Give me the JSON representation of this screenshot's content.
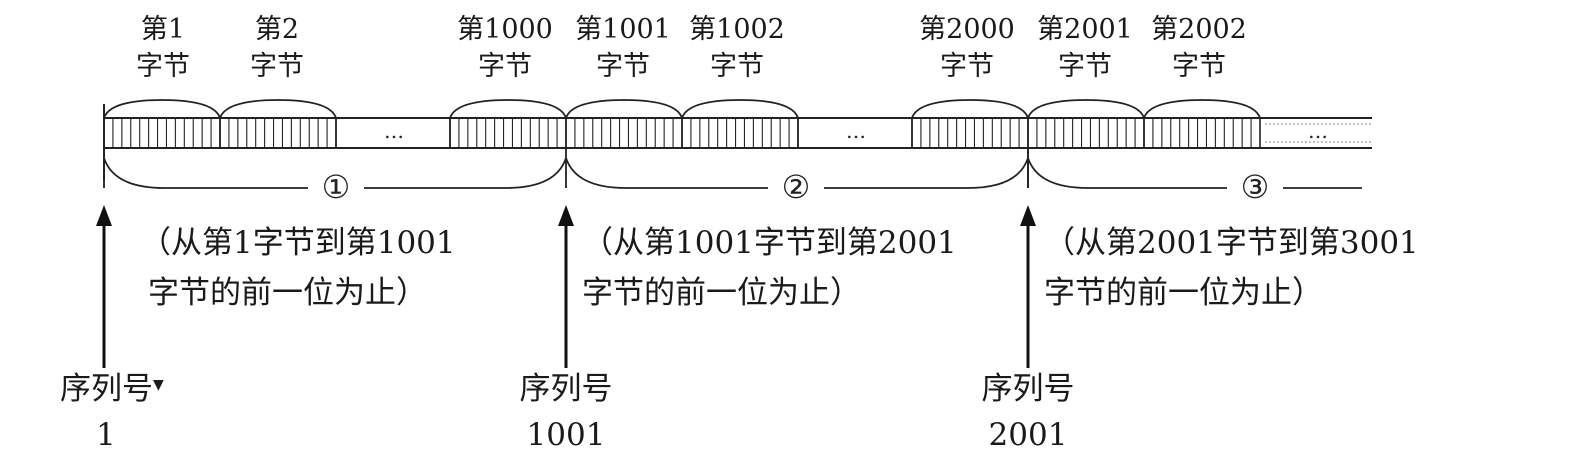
{
  "bytes": [
    {
      "line1": "第1",
      "line2": "字节"
    },
    {
      "line1": "第2",
      "line2": "字节"
    },
    {
      "line1": "第1000",
      "line2": "字节"
    },
    {
      "line1": "第1001",
      "line2": "字节"
    },
    {
      "line1": "第1002",
      "line2": "字节"
    },
    {
      "line1": "第2000",
      "line2": "字节"
    },
    {
      "line1": "第2001",
      "line2": "字节"
    },
    {
      "line1": "第2002",
      "line2": "字节"
    }
  ],
  "ellipsis": "…",
  "segments": [
    {
      "marker": "①",
      "desc_line1": "（从第1字节到第1001",
      "desc_line2": "字节的前一位为止）"
    },
    {
      "marker": "②",
      "desc_line1": "（从第1001字节到第2001",
      "desc_line2": "字节的前一位为止）"
    },
    {
      "marker": "③",
      "desc_line1": "（从第2001字节到第3001",
      "desc_line2": "字节的前一位为止）"
    }
  ],
  "sequence_numbers": [
    {
      "label": "序列号",
      "value": "1",
      "mark": "▼"
    },
    {
      "label": "序列号",
      "value": "1001"
    },
    {
      "label": "序列号",
      "value": "2001"
    }
  ]
}
